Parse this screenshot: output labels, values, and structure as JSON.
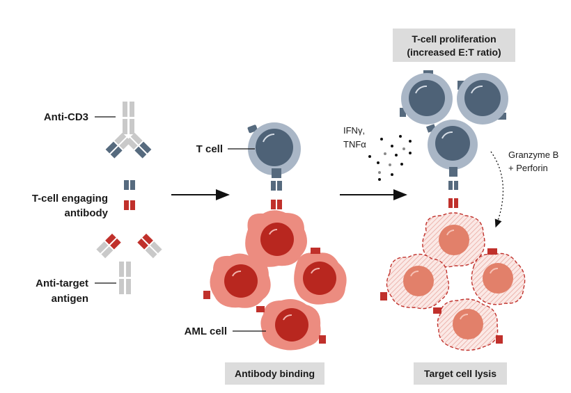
{
  "labels": {
    "anti_cd3": "Anti-CD3",
    "tce_line1": "T-cell engaging",
    "tce_line2": "antibody",
    "anti_target_line1": "Anti-target",
    "anti_target_line2": "antigen",
    "t_cell": "T cell",
    "aml_cell": "AML cell",
    "cytokines_line1": "IFNγ,",
    "cytokines_line2": "TNFα",
    "granzyme_line1": "Granzyme B",
    "granzyme_line2": "+ Perforin"
  },
  "boxes": {
    "proliferation_line1": "T-cell proliferation",
    "proliferation_line2": "(increased E:T ratio)",
    "antibody_binding": "Antibody binding",
    "target_lysis": "Target cell lysis"
  },
  "colors": {
    "tcell_outer": "#a9b6c6",
    "tcell_inner": "#4e6277",
    "antibody_light": "#c9c9c9",
    "antibody_dark": "#566a7e",
    "antibody_red": "#c0302b",
    "aml_outer": "#ec8c80",
    "aml_inner": "#b8271f",
    "lysed_inner": "#e2806a",
    "label_box": "#dcdcdc"
  }
}
